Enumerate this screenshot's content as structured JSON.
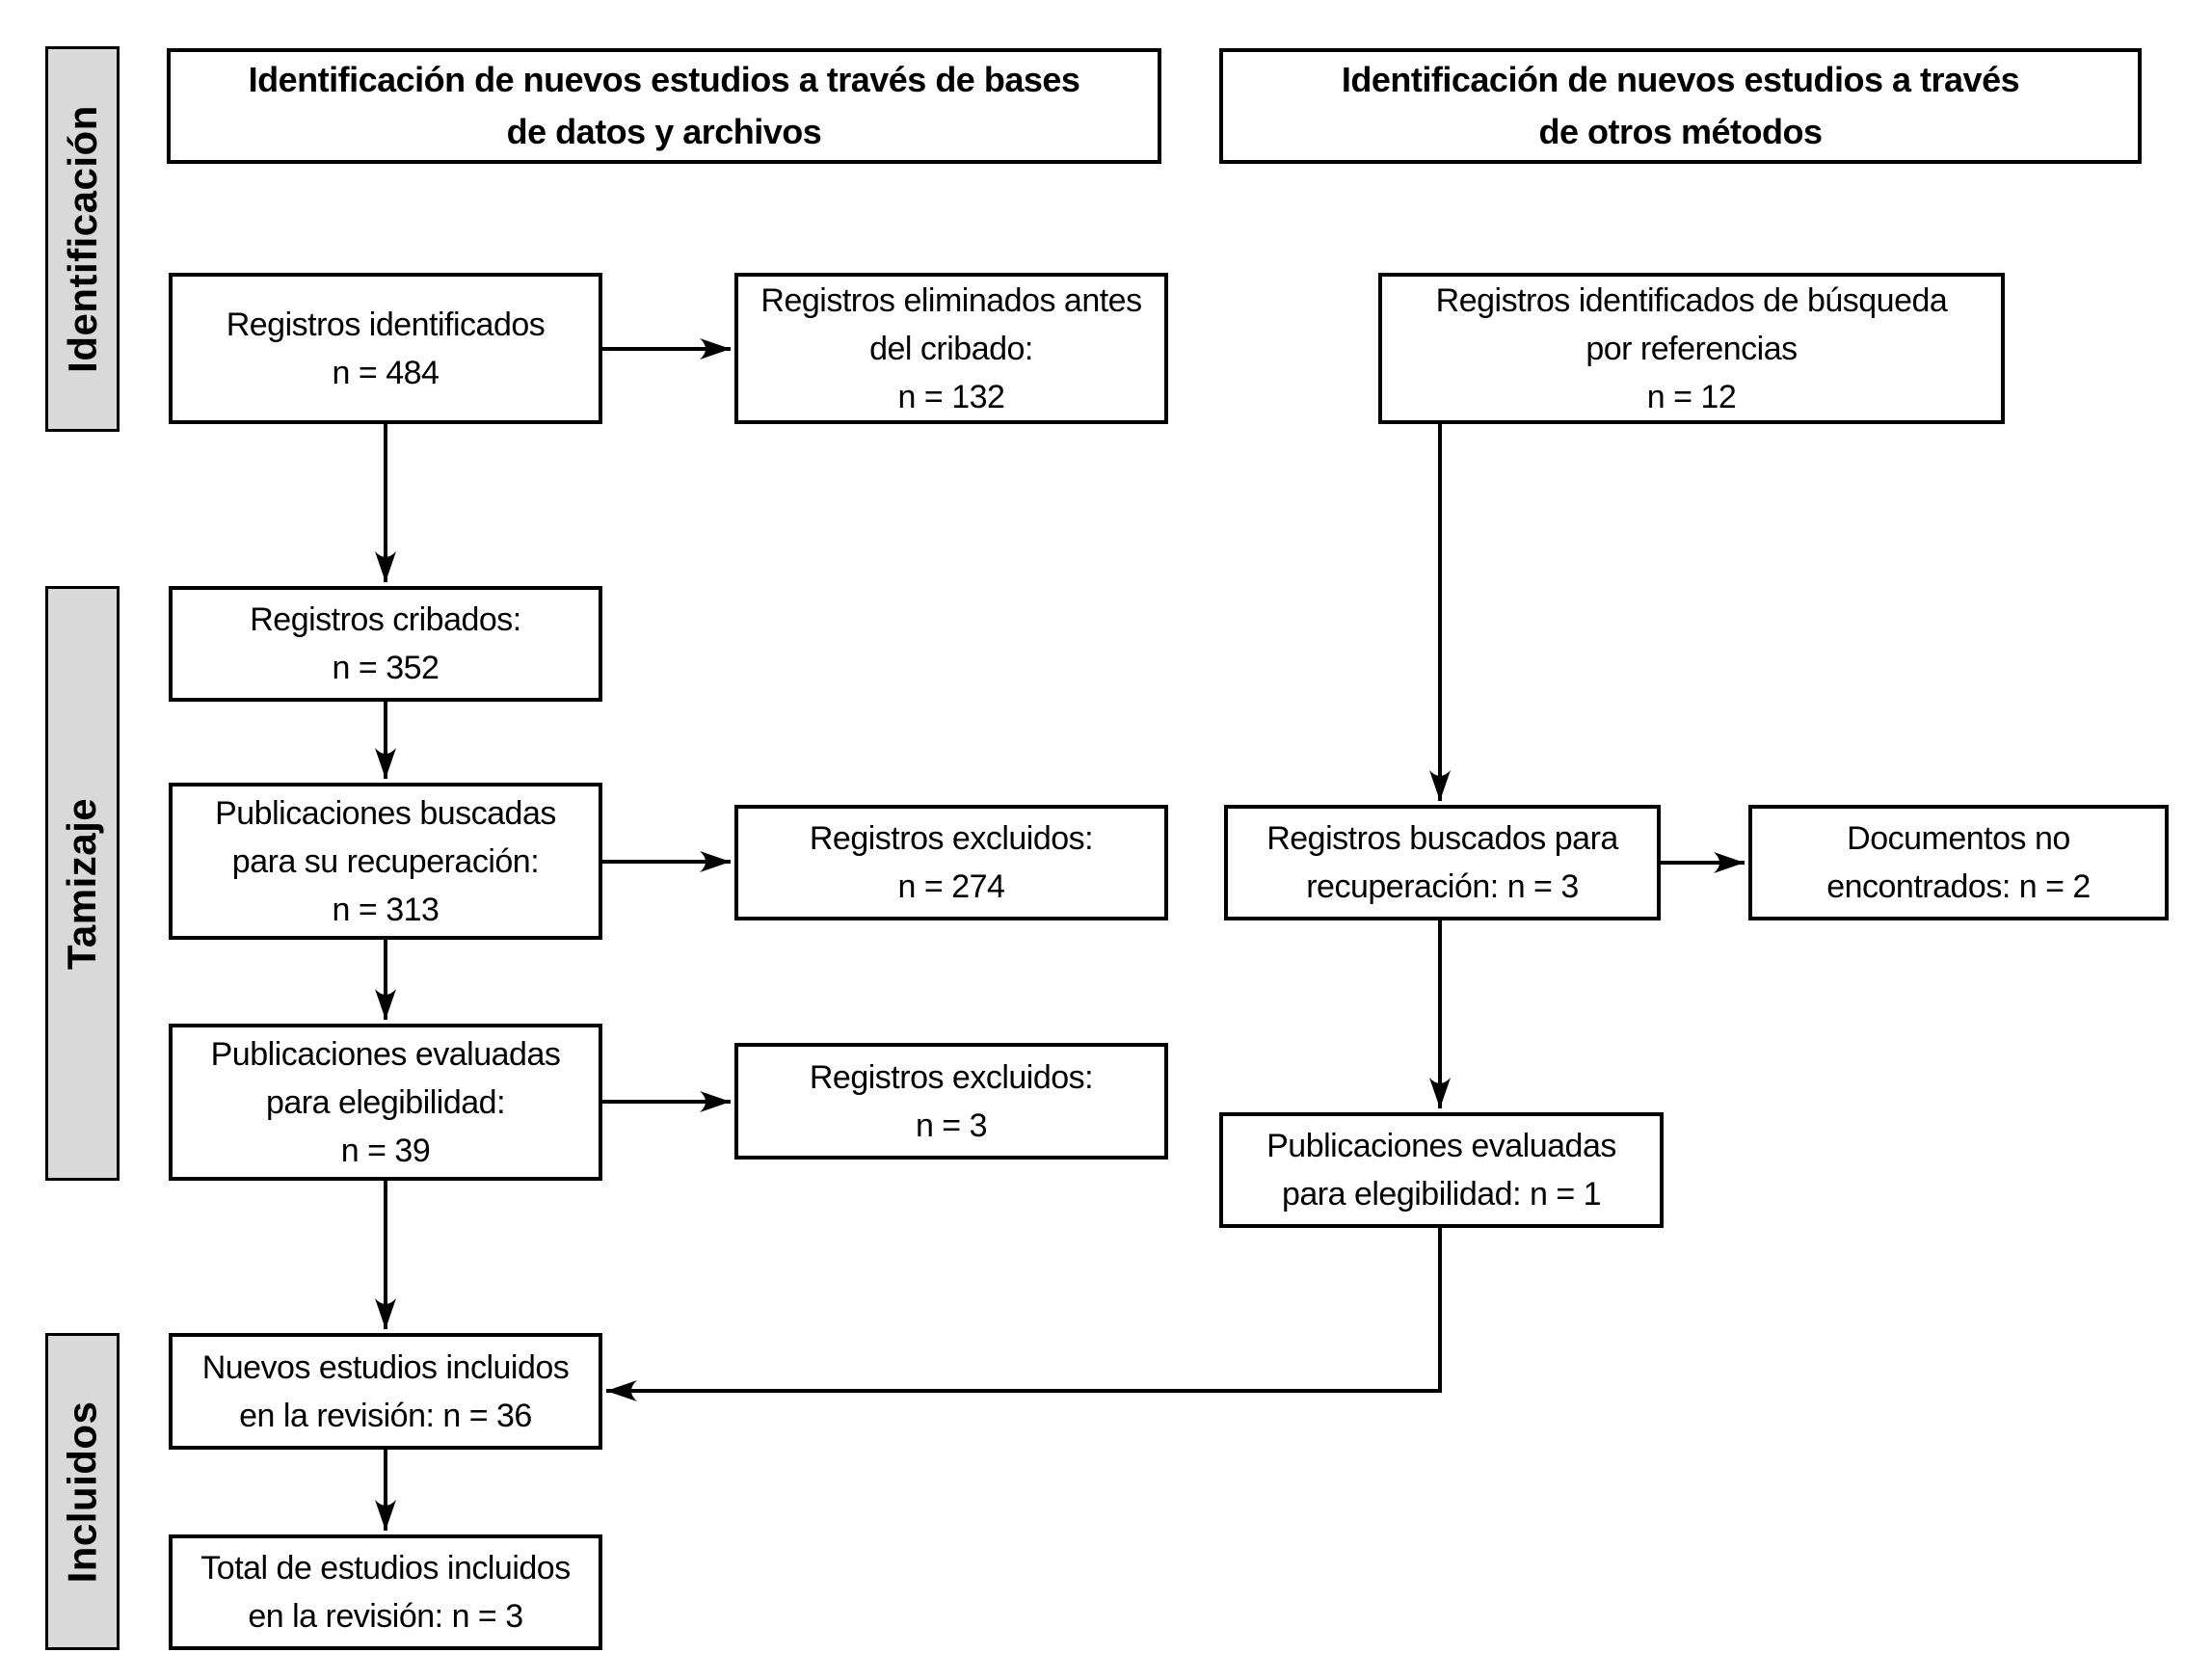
{
  "headers": {
    "left": "Identificación de nuevos estudios a través de bases\nde datos y archivos",
    "right": "Identificación de nuevos estudios a través\nde otros métodos"
  },
  "sidebar": {
    "identification": "Identificación",
    "screening": "Tamizaje",
    "included": "Incluidos"
  },
  "boxes": {
    "records_identified": "Registros identificados\nn = 484",
    "records_removed": "Registros eliminados antes\ndel cribado:\nn = 132",
    "records_screened": "Registros cribados:\nn = 352",
    "reports_sought": "Publicaciones buscadas\npara su recuperación:\nn = 313",
    "records_excluded": "Registros excluidos:\nn = 274",
    "reports_assessed": "Publicaciones evaluadas\npara elegibilidad:\nn = 39",
    "reports_excluded": "Registros excluidos:\nn = 3",
    "new_studies_included": "Nuevos estudios incluidos\nen la revisión: n = 36",
    "total_studies_included": "Total de estudios incluidos\nen la revisión: n = 3",
    "records_identified_citations": "Registros identificados de búsqueda\npor referencias\nn = 12",
    "records_sought_other": "Registros buscados para\nrecuperación: n = 3",
    "documents_not_found": "Documentos no\nencontrados: n = 2",
    "reports_assessed_other": "Publicaciones evaluadas\npara elegibilidad: n = 1"
  },
  "colors": {
    "sidebar_fill": "#d9d9d9",
    "line": "#000000",
    "box_background": "#ffffff"
  }
}
